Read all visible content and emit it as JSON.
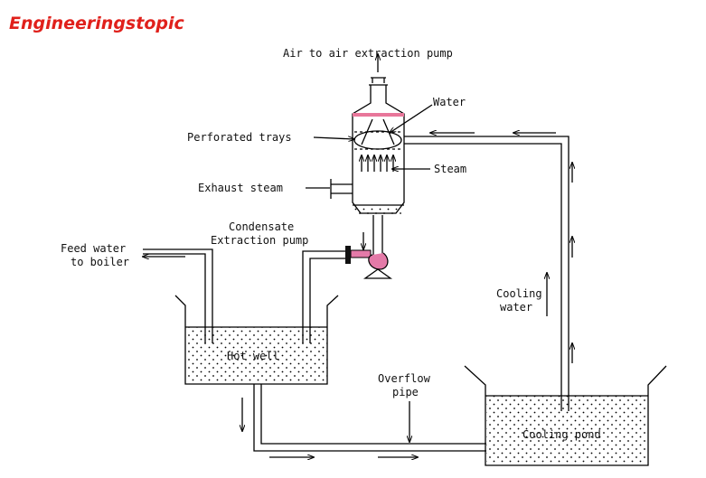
{
  "brand": {
    "text": "Engineeringstopic",
    "color": "#e0201b"
  },
  "labels": {
    "air": "Air to air extraction pump",
    "water": "Water",
    "trays": "Perforated trays",
    "steam": "Steam",
    "exhaust": "Exhaust steam",
    "condensate_1": "Condensate",
    "condensate_2": "Extraction pump",
    "feed_1": "Feed water",
    "feed_2": "to boiler",
    "hot_well": "Hot well",
    "overflow_1": "Overflow",
    "overflow_2": "pipe",
    "cooling_1": "Cooling",
    "cooling_2": "water",
    "cooling_pond": "Cooling pond"
  },
  "colors": {
    "tray": "#e8769a",
    "pump": "#e47aa8",
    "line": "#000000"
  }
}
